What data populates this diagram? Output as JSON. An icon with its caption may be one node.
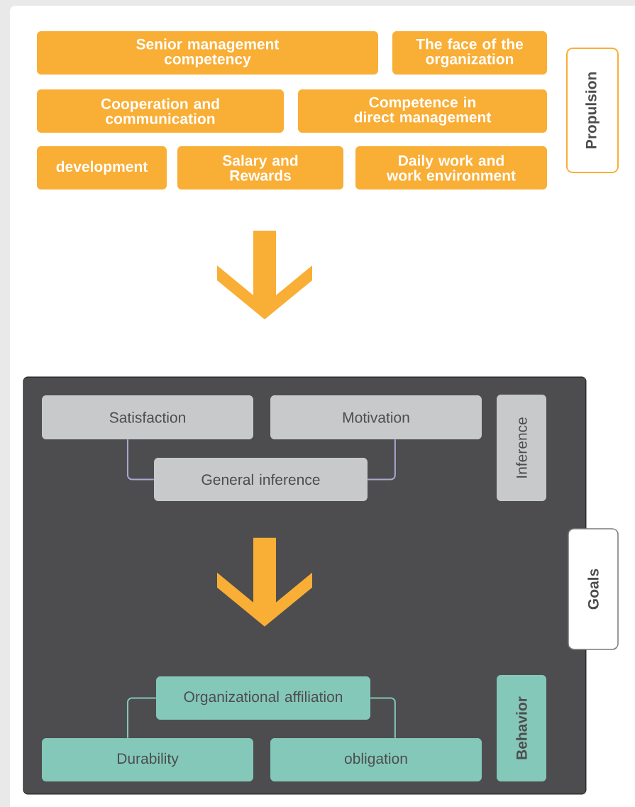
{
  "diagram": {
    "nodes": [
      {
        "text": [
          "Senior management competency"
        ]
      },
      {
        "text": [
          "The face of the organization"
        ]
      },
      {
        "text": [
          "Cooperation and communication"
        ]
      },
      {
        "text": [
          "Competence in direct management"
        ]
      },
      {
        "text": [
          "development"
        ]
      },
      {
        "text": [
          "Salary and Rewards"
        ]
      },
      {
        "text": [
          "Daily work and work environment"
        ]
      },
      {
        "text": [
          "Propulsion"
        ]
      },
      {
        "text": [],
        "shape": "box"
      },
      {
        "text": [
          "Satisfaction"
        ],
        "in": 8
      },
      {
        "text": [
          "Motivation"
        ],
        "in": 8
      },
      {
        "text": [
          "General inference"
        ],
        "in": 8
      },
      {
        "text": [
          "Inference"
        ],
        "in": 8
      },
      {
        "text": [
          "Goals"
        ]
      },
      {
        "text": [
          "Organizational affiliation"
        ],
        "in": 8
      },
      {
        "text": [
          "Durability"
        ],
        "in": 8
      },
      {
        "text": [
          "obligation"
        ],
        "in": 8
      },
      {
        "text": [
          "Behavior"
        ],
        "in": 8
      }
    ],
    "edges": [
      {
        "from": 9,
        "to": 11,
        "arrow": "none",
        "color": "#a9a9d2"
      },
      {
        "from": 10,
        "to": 11,
        "arrow": "none",
        "color": "#a9a9d2"
      },
      {
        "from": 11,
        "to": 14,
        "arrow": "to",
        "style": "thick",
        "color": "#f9ae36"
      },
      {
        "from": 14,
        "to": 15,
        "arrow": "none",
        "color": "#84c8b9"
      },
      {
        "from": 14,
        "to": 16,
        "arrow": "none",
        "color": "#84c8b9"
      }
    ]
  }
}
